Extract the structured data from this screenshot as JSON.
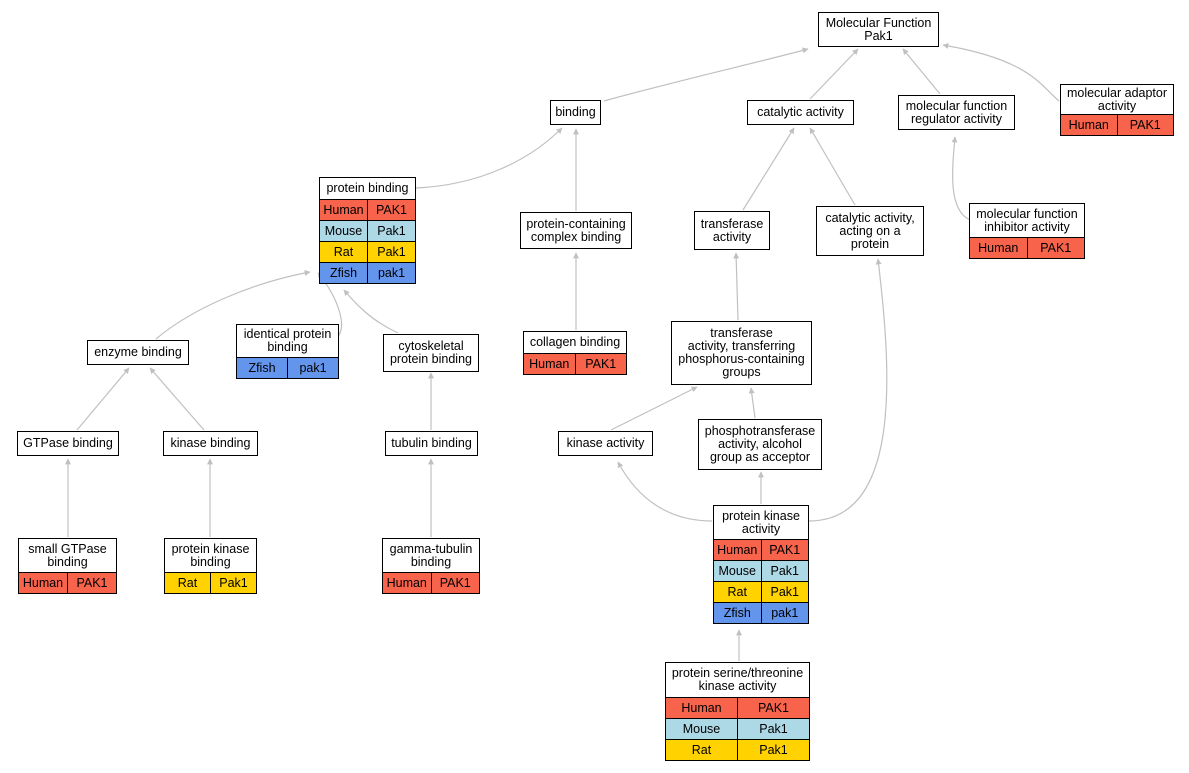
{
  "root": {
    "title": [
      "Molecular Function",
      "Pak1"
    ]
  },
  "terms": {
    "binding": {
      "title": [
        "binding"
      ]
    },
    "catalytic": {
      "title": [
        "catalytic activity"
      ]
    },
    "regulator": {
      "title": [
        "molecular function",
        "regulator activity"
      ]
    },
    "adaptor": {
      "title": [
        "molecular adaptor",
        "activity"
      ],
      "rows": [
        [
          "Human",
          "PAK1"
        ]
      ]
    },
    "protein_binding": {
      "title": [
        "protein binding"
      ],
      "rows": [
        [
          "Human",
          "PAK1"
        ],
        [
          "Mouse",
          "Pak1"
        ],
        [
          "Rat",
          "Pak1"
        ],
        [
          "Zfish",
          "pak1"
        ]
      ]
    },
    "complex_binding": {
      "title": [
        "protein-containing",
        "complex binding"
      ]
    },
    "transferase": {
      "title": [
        "transferase",
        "activity"
      ]
    },
    "cat_protein": {
      "title": [
        "catalytic activity,",
        "acting on a",
        "protein"
      ]
    },
    "inhibitor": {
      "title": [
        "molecular function",
        "inhibitor activity"
      ],
      "rows": [
        [
          "Human",
          "PAK1"
        ]
      ]
    },
    "identical": {
      "title": [
        "identical protein",
        "binding"
      ],
      "rows": [
        [
          "Zfish",
          "pak1"
        ]
      ]
    },
    "enzyme": {
      "title": [
        "enzyme binding"
      ]
    },
    "cytoskeletal": {
      "title": [
        "cytoskeletal",
        "protein binding"
      ]
    },
    "collagen": {
      "title": [
        "collagen binding"
      ],
      "rows": [
        [
          "Human",
          "PAK1"
        ]
      ]
    },
    "phosphorus": {
      "title": [
        "transferase",
        "activity, transferring",
        "phosphorus-containing",
        "groups"
      ]
    },
    "gtpase": {
      "title": [
        "GTPase binding"
      ]
    },
    "kinase_binding": {
      "title": [
        "kinase binding"
      ]
    },
    "tubulin": {
      "title": [
        "tubulin binding"
      ]
    },
    "kinase_activity": {
      "title": [
        "kinase activity"
      ]
    },
    "phosphotransferase": {
      "title": [
        "phosphotransferase",
        "activity, alcohol",
        "group as acceptor"
      ]
    },
    "small_gtpase": {
      "title": [
        "small GTPase",
        "binding"
      ],
      "rows": [
        [
          "Human",
          "PAK1"
        ]
      ]
    },
    "pk_binding": {
      "title": [
        "protein kinase",
        "binding"
      ],
      "rows": [
        [
          "Rat",
          "Pak1"
        ]
      ]
    },
    "gamma_tubulin": {
      "title": [
        "gamma-tubulin",
        "binding"
      ],
      "rows": [
        [
          "Human",
          "PAK1"
        ]
      ]
    },
    "pk_activity": {
      "title": [
        "protein kinase",
        "activity"
      ],
      "rows": [
        [
          "Human",
          "PAK1"
        ],
        [
          "Mouse",
          "Pak1"
        ],
        [
          "Rat",
          "Pak1"
        ],
        [
          "Zfish",
          "pak1"
        ]
      ]
    },
    "ser_thr": {
      "title": [
        "protein serine/threonine",
        "kinase activity"
      ],
      "rows": [
        [
          "Human",
          "PAK1"
        ],
        [
          "Mouse",
          "Pak1"
        ],
        [
          "Rat",
          "Pak1"
        ]
      ]
    }
  },
  "colors": {
    "Human": "#f8634c",
    "Mouse": "#add8e6",
    "Rat": "#ffd200",
    "Zfish": "#6495ed",
    "edge": "#c0c0c0"
  }
}
